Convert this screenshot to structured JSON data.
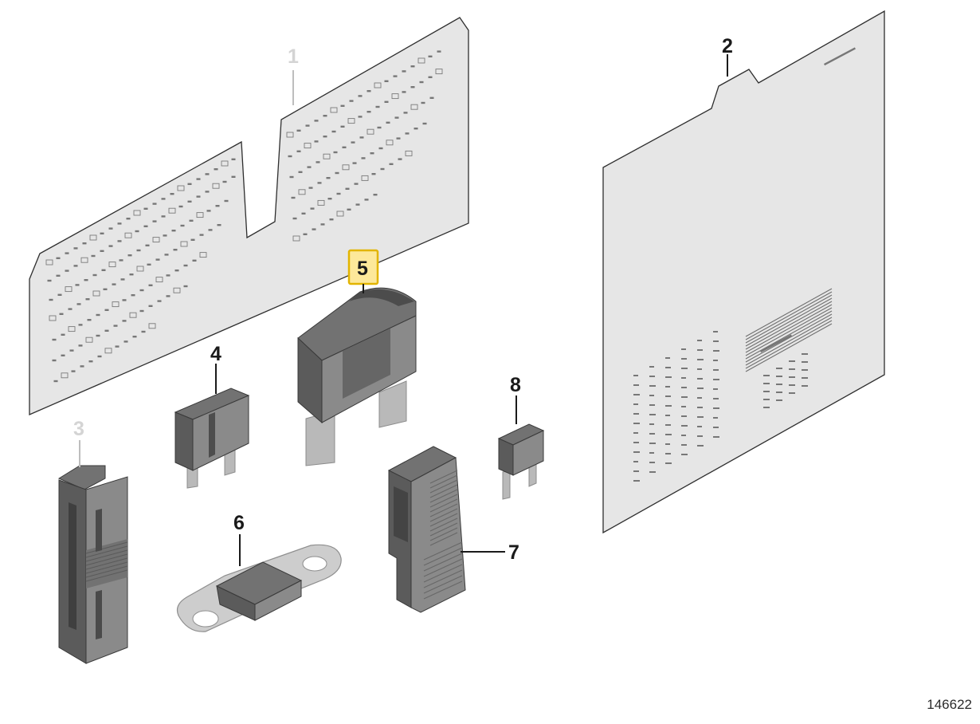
{
  "diagram": {
    "callouts": [
      {
        "label": "1",
        "highlighted": false,
        "dimmed": true
      },
      {
        "label": "2",
        "highlighted": false,
        "dimmed": false
      },
      {
        "label": "3",
        "highlighted": false,
        "dimmed": true
      },
      {
        "label": "4",
        "highlighted": false,
        "dimmed": false
      },
      {
        "label": "5",
        "highlighted": true,
        "dimmed": false
      },
      {
        "label": "6",
        "highlighted": false,
        "dimmed": false
      },
      {
        "label": "7",
        "highlighted": false,
        "dimmed": false
      },
      {
        "label": "8",
        "highlighted": false,
        "dimmed": false
      }
    ],
    "diagram_id": "146622",
    "colors": {
      "highlight_fill": "#fde89a",
      "highlight_border": "#e2b400",
      "part_gray": "#5b5b5b",
      "sheet_gray": "#e6e6e6"
    }
  }
}
